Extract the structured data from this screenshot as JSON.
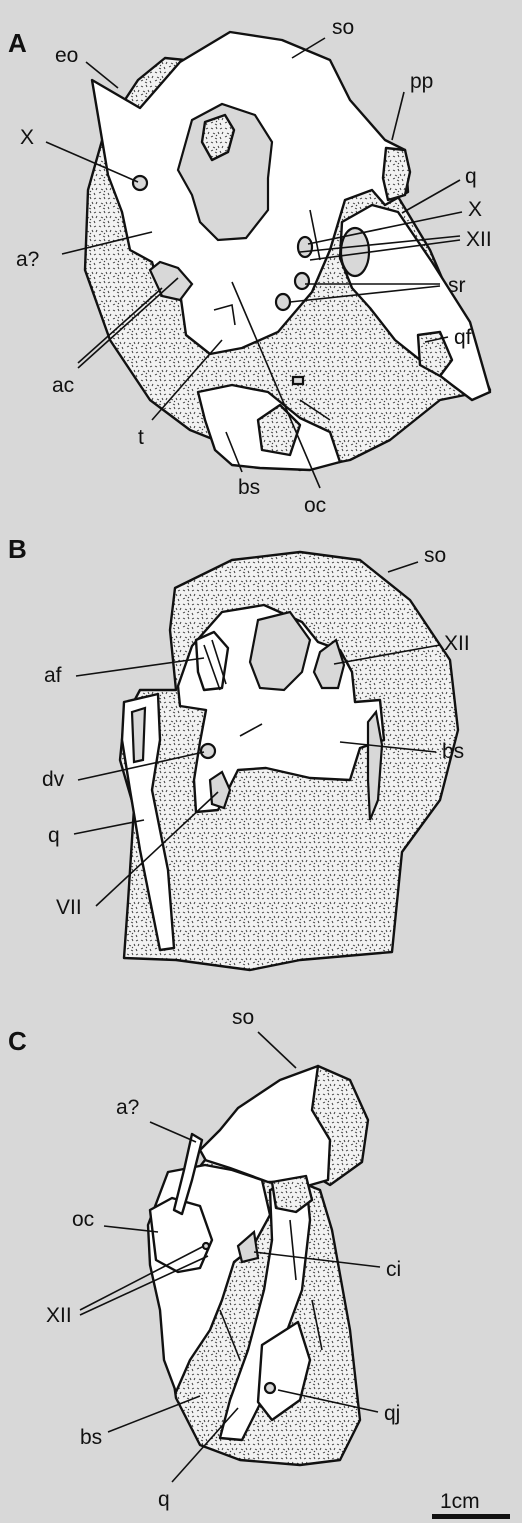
{
  "panels": {
    "A": {
      "letter": "A",
      "labels": {
        "so": "so",
        "eo": "eo",
        "pp": "pp",
        "X_left": "X",
        "q": "q",
        "X_right": "X",
        "XII": "XII",
        "a": "a?",
        "sr": "sr",
        "qf": "qf",
        "ac": "ac",
        "t": "t",
        "bs": "bs",
        "oc": "oc"
      }
    },
    "B": {
      "letter": "B",
      "labels": {
        "so": "so",
        "XII": "XII",
        "af": "af",
        "bs": "bs",
        "dv": "dv",
        "q": "q",
        "VII": "VII"
      }
    },
    "C": {
      "letter": "C",
      "labels": {
        "so": "so",
        "a": "a?",
        "oc": "oc",
        "ci": "ci",
        "XII": "XII",
        "qj": "qj",
        "bs": "bs",
        "q": "q"
      }
    }
  },
  "scale_bar": {
    "label": "1cm"
  },
  "colors": {
    "background": "#d8d8d8",
    "bone": "#ffffff",
    "outline": "#111111"
  }
}
